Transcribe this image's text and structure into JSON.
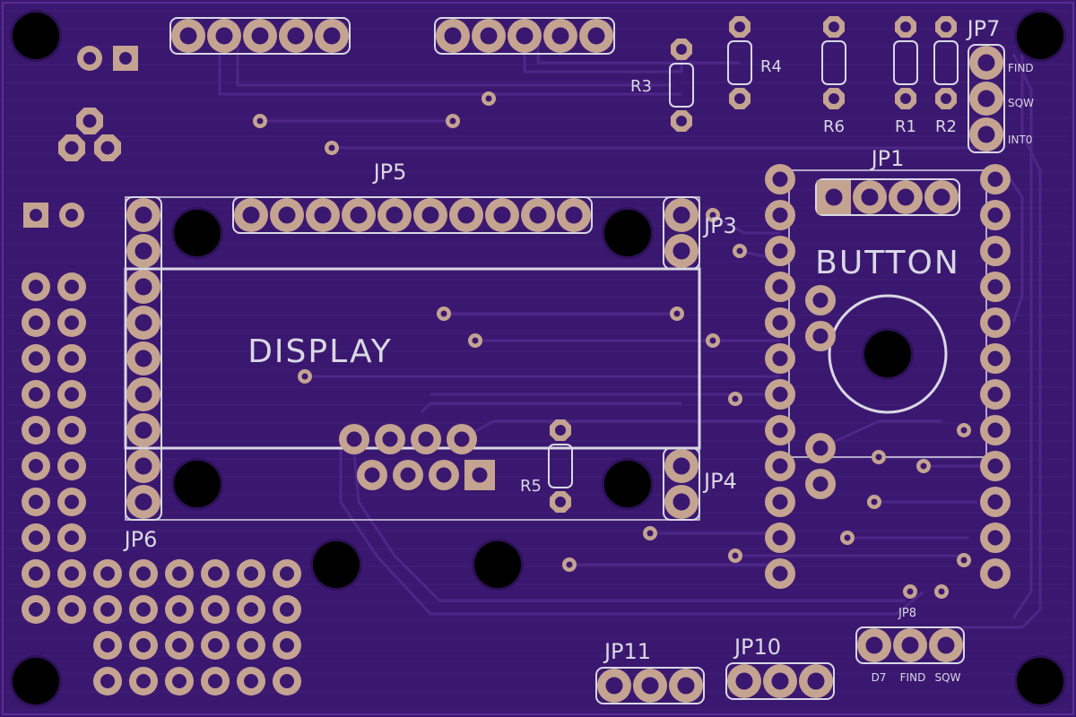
{
  "board": {
    "colors": {
      "substrate": "#3b1870",
      "trace": "#4a2585",
      "pad_copper": "#c4a391",
      "silkscreen": "#d8d8e4",
      "hole": "#000000"
    },
    "labels": {
      "display": "DISPLAY",
      "button": "BUTTON",
      "jp5": "JP5",
      "jp3": "JP3",
      "jp4": "JP4",
      "jp6": "JP6",
      "jp1": "JP1",
      "jp7": "JP7",
      "jp8": "JP8",
      "jp10": "JP10",
      "jp11": "JP11",
      "r1": "R1",
      "r2": "R2",
      "r3": "R3",
      "r4": "R4",
      "r5": "R5",
      "r6": "R6",
      "jp7_pin1": "FIND",
      "jp7_pin2": "SQW",
      "jp7_pin3": "INT0",
      "jp8_pin1": "D7",
      "jp8_pin2": "FIND",
      "jp8_pin3": "SQW"
    }
  }
}
